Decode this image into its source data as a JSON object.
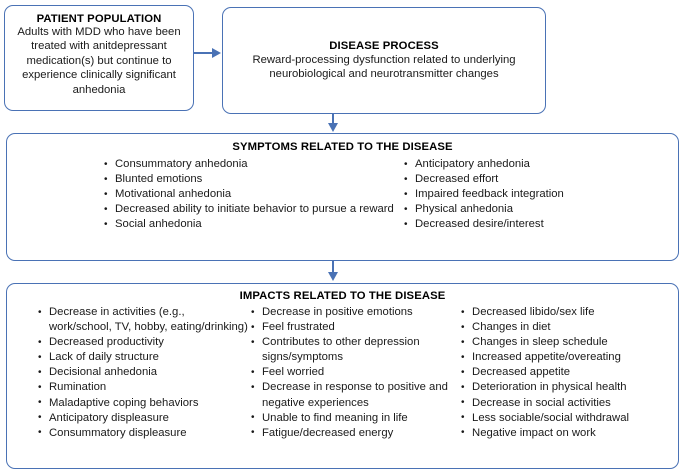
{
  "diagram": {
    "title": "Anhedonia conceptual model",
    "accent_color": "#4a72b5",
    "text_color": "#1a1a1a"
  },
  "boxes": {
    "patient_population": {
      "header": "PATIENT POPULATION",
      "body": "Adults with MDD who have been treated with anitdepressant medication(s) but continue to experience clinically significant anhedonia"
    },
    "disease_process": {
      "header": "DISEASE PROCESS",
      "body": "Reward-processing dysfunction related to underlying neurobiological and neurotransmitter changes"
    },
    "symptoms": {
      "header": "SYMPTOMS RELATED TO THE DISEASE",
      "column_left": [
        "Consummatory anhedonia",
        "Blunted emotions",
        "Motivational anhedonia",
        "Decreased ability to initiate behavior to pursue a reward",
        "Social anhedonia"
      ],
      "column_right": [
        "Anticipatory anhedonia",
        "Decreased effort",
        "Impaired feedback integration",
        "Physical anhedonia",
        "Decreased desire/interest"
      ]
    },
    "impacts": {
      "header": "IMPACTS RELATED TO THE DISEASE",
      "column_left": [
        "Decrease in activities (e.g., work/school, TV, hobby, eating/drinking)",
        "Decreased productivity",
        "Lack of daily structure",
        "Decisional anhedonia",
        "Rumination",
        "Maladaptive coping behaviors",
        "Anticipatory displeasure",
        "Consummatory displeasure"
      ],
      "column_middle": [
        "Decrease in positive emotions",
        "Feel frustrated",
        "Contributes to other depression signs/symptoms",
        "Feel worried",
        "Decrease in response to positive and negative experiences",
        "Unable to find meaning in life",
        "Fatigue/decreased energy"
      ],
      "column_right": [
        "Decreased libido/sex life",
        "Changes in diet",
        "Changes in sleep schedule",
        "Increased appetite/overeating",
        "Decreased appetite",
        "Deterioration in physical health",
        "Decrease in social activities",
        "Less sociable/social withdrawal",
        "Negative impact on work"
      ]
    }
  },
  "connectors": {
    "patient_to_disease": "arrow-right",
    "disease_to_symptoms": "arrow-down",
    "symptoms_to_impacts": "arrow-down"
  }
}
